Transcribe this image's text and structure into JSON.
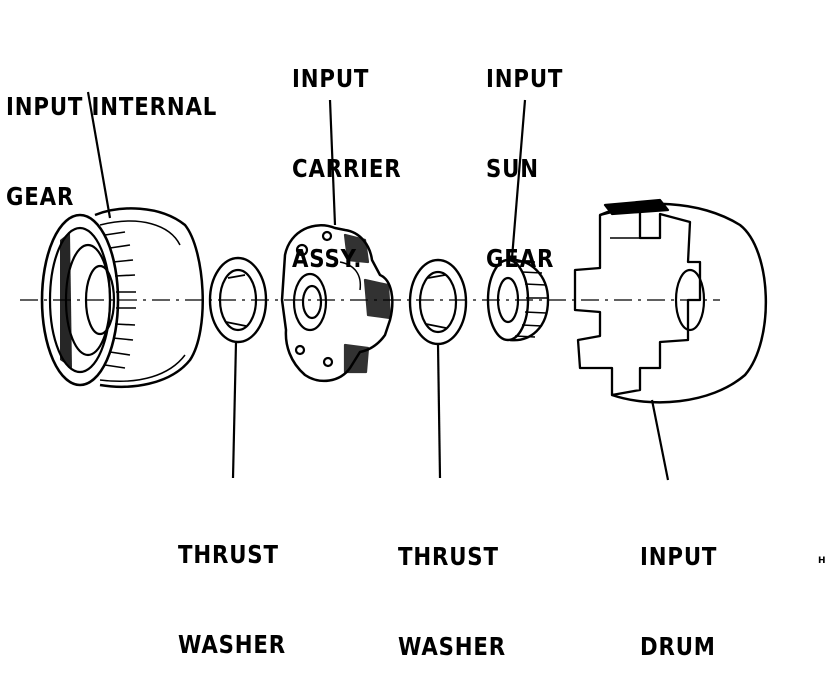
{
  "labels": {
    "input_internal_gear": [
      "INPUT INTERNAL",
      "GEAR"
    ],
    "input_carrier_assy": [
      "INPUT",
      "CARRIER",
      "ASSY."
    ],
    "input_sun_gear": [
      "INPUT",
      "SUN",
      "GEAR"
    ],
    "thrust_washer_1": [
      "THRUST",
      "WASHER"
    ],
    "thrust_washer_2": [
      "THRUST",
      "WASHER"
    ],
    "input_drum": [
      "INPUT",
      "DRUM"
    ]
  },
  "corner_mark": "H"
}
